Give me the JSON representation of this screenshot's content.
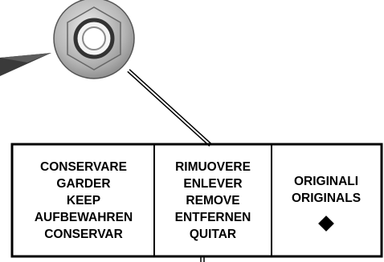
{
  "table": {
    "keep_column": [
      "CONSERVARE",
      "GARDER",
      "KEEP",
      "AUFBEWAHREN",
      "CONSERVAR"
    ],
    "remove_column": [
      "RIMUOVERE",
      "ENLEVER",
      "REMOVE",
      "ENTFERNEN",
      "QUITAR"
    ],
    "originals_column": {
      "labels": [
        "ORIGINALI",
        "ORIGINALS"
      ],
      "marker_icon": "diamond-icon"
    }
  },
  "illustration": {
    "part_icon": "flange-nut-icon",
    "pointer_icon": "arrow-pointer-icon",
    "leader_icon": "leader-line-icon"
  }
}
